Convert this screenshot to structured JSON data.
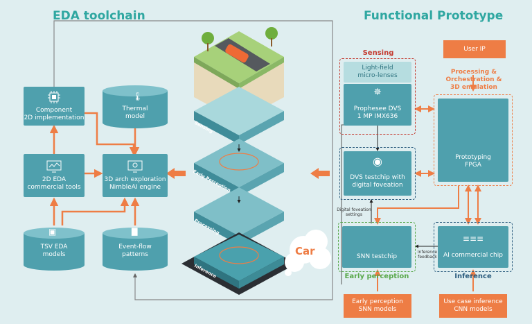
{
  "headings": {
    "left": "EDA toolchain",
    "right": "Functional Prototype"
  },
  "left_boxes": {
    "component": "Component\n2D implementation",
    "thermal": "Thermal\nmodel",
    "eda2d": "2D EDA\ncommercial tools",
    "arch3d": "3D arch exploration\nNimbleAI engine",
    "tsv": "TSV EDA\nmodels",
    "eventflow": "Event-flow\npatterns"
  },
  "stack_layers": {
    "sensing": "Sensing",
    "early": "Early Perception",
    "processing": "Processing",
    "inference": "Inference"
  },
  "car_bubble": "Car",
  "right": {
    "sensing_label": "Sensing",
    "lightfield": "Light-field\nmicro-lenses",
    "prophesee": "Prophesee DVS\n1 MP IMX636",
    "dvs_testchip": "DVS testchip with\ndigital foveation",
    "user_ip": "User IP",
    "processing_label": "Processing &\nOrchestration &\n3D emulation",
    "fpga": "Prototyping\nFPGA",
    "snn_testchip": "SNN testchip",
    "ai_chip": "AI commercial chip",
    "foveation_settings": "Digital foveation\nsettings",
    "inference_feedback": "Inference\nfeedback",
    "early_perception_label": "Early perception",
    "inference_label": "Inference",
    "snn_models": "Early perception\nSNN models",
    "cnn_models": "Use case inference\nCNN models"
  },
  "colors": {
    "teal": "#4fa0ad",
    "orange": "#ee7d45",
    "red": "#c43a2f",
    "green": "#58a84a",
    "navy": "#2b5c7e",
    "background": "#dfeef0"
  }
}
